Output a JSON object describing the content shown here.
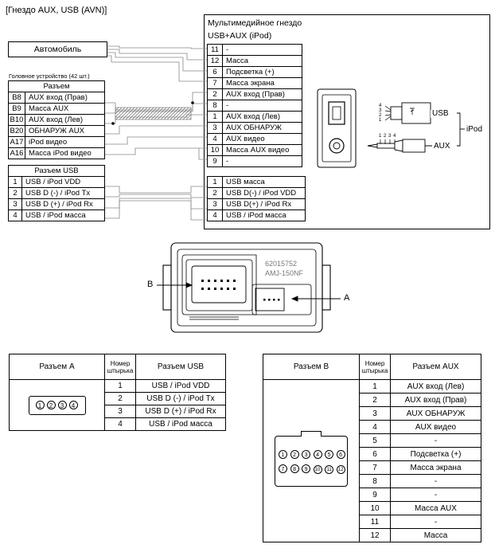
{
  "title": "[Гнездо AUX, USB (AVN)]",
  "car_box": "Автомобиль",
  "head_unit": {
    "subtitle": "Головное устройство (42 шт.)",
    "header": "Разъем",
    "rows": [
      {
        "pin": "B8",
        "label": "AUX вход (Прав)"
      },
      {
        "pin": "B9",
        "label": "Масса AUX"
      },
      {
        "pin": "B10",
        "label": "AUX вход (Лев)"
      },
      {
        "pin": "B20",
        "label": "ОБНАРУЖ AUX"
      },
      {
        "pin": "A17",
        "label": "iPod видео"
      },
      {
        "pin": "A16",
        "label": "Масса iPod видео"
      }
    ]
  },
  "usb_connector": {
    "header": "Разъем USB",
    "rows": [
      {
        "pin": "1",
        "label": "USB / iPod VDD"
      },
      {
        "pin": "2",
        "label": "USB D (-) / iPod Tx"
      },
      {
        "pin": "3",
        "label": "USB D (+) / iPod Rx"
      },
      {
        "pin": "4",
        "label": "USB / iPod масса"
      }
    ]
  },
  "media_jack": {
    "title": "Мультимедийное гнездо",
    "subtitle": "USB+AUX (iPod)",
    "aux_rows": [
      {
        "pin": "11",
        "label": "-"
      },
      {
        "pin": "12",
        "label": "Масса"
      },
      {
        "pin": "6",
        "label": "Подсветка (+)"
      },
      {
        "pin": "7",
        "label": "Масса экрана"
      },
      {
        "pin": "2",
        "label": "AUX вход (Прав)"
      },
      {
        "pin": "8",
        "label": "-"
      },
      {
        "pin": "1",
        "label": "AUX вход (Лев)"
      },
      {
        "pin": "3",
        "label": "AUX ОБНАРУЖ"
      },
      {
        "pin": "4",
        "label": "AUX видео"
      },
      {
        "pin": "10",
        "label": "Масса AUX видео"
      },
      {
        "pin": "9",
        "label": "-"
      }
    ],
    "usb_rows": [
      {
        "pin": "1",
        "label": "USB масса"
      },
      {
        "pin": "2",
        "label": "USB D(-) / iPod VDD"
      },
      {
        "pin": "3",
        "label": "USB D(+) / iPod Rx"
      },
      {
        "pin": "4",
        "label": "USB / iPod масса"
      }
    ]
  },
  "plug_labels": {
    "usb": "USB",
    "aux": "AUX",
    "ipod": "iPod",
    "usb_pins": [
      "4",
      "3",
      "2",
      "1"
    ],
    "aux_pins": [
      "1",
      "2",
      "3",
      "4"
    ]
  },
  "connector_face": {
    "code1": "62015752",
    "code2": "AMJ-150NF",
    "label_b": "B",
    "label_a": "A"
  },
  "table_a": {
    "col1": "Разъем A",
    "col2_line1": "Номер",
    "col2_line2": "штырька",
    "col3": "Разъем USB",
    "pins_icon": [
      "1",
      "2",
      "3",
      "4"
    ],
    "rows": [
      {
        "pin": "1",
        "label": "USB / iPod VDD"
      },
      {
        "pin": "2",
        "label": "USB D (-) / iPod Tx"
      },
      {
        "pin": "3",
        "label": "USB D (+) / iPod Rx"
      },
      {
        "pin": "4",
        "label": "USB / iPod масса"
      }
    ]
  },
  "table_b": {
    "col1": "Разъем B",
    "col2_line1": "Номер",
    "col2_line2": "штырька",
    "col3": "Разъем AUX",
    "pins_icon_top": [
      "1",
      "2",
      "3",
      "4",
      "5",
      "6"
    ],
    "pins_icon_bottom": [
      "7",
      "8",
      "9",
      "10",
      "11",
      "12"
    ],
    "rows": [
      {
        "pin": "1",
        "label": "AUX вход (Лев)"
      },
      {
        "pin": "2",
        "label": "AUX вход (Прав)"
      },
      {
        "pin": "3",
        "label": "AUX ОБНАРУЖ"
      },
      {
        "pin": "4",
        "label": "AUX видео"
      },
      {
        "pin": "5",
        "label": "-"
      },
      {
        "pin": "6",
        "label": "Подсветка (+)"
      },
      {
        "pin": "7",
        "label": "Масса экрана"
      },
      {
        "pin": "8",
        "label": "-"
      },
      {
        "pin": "9",
        "label": "-"
      },
      {
        "pin": "10",
        "label": "Масса AUX"
      },
      {
        "pin": "11",
        "label": "-"
      },
      {
        "pin": "12",
        "label": "Масса"
      }
    ]
  }
}
